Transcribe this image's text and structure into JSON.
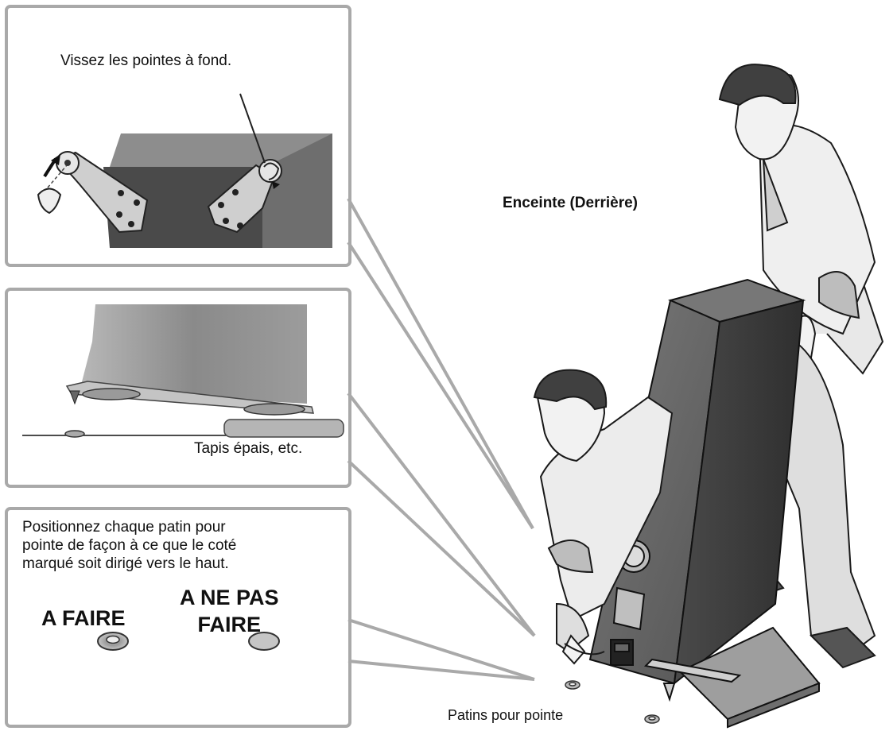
{
  "panel1": {
    "caption": "Vissez les pointes à fond."
  },
  "panel2": {
    "caption": "Tapis épais, etc."
  },
  "panel3": {
    "caption_lines": [
      "Positionnez chaque patin pour",
      "pointe de façon à ce que le coté",
      "marqué soit dirigé vers le haut."
    ],
    "do_label": "A FAIRE",
    "dont_label_lines": [
      "A NE PAS",
      "FAIRE"
    ]
  },
  "scene": {
    "speaker_label": "Enceinte (Derrière)",
    "spike_pads_label": "Patins pour pointe"
  },
  "colors": {
    "panel_border": "#a9a9a9",
    "speaker_front": "#5f5f5f",
    "speaker_side": "#3f3f3f",
    "plate": "#a0a0a0"
  }
}
